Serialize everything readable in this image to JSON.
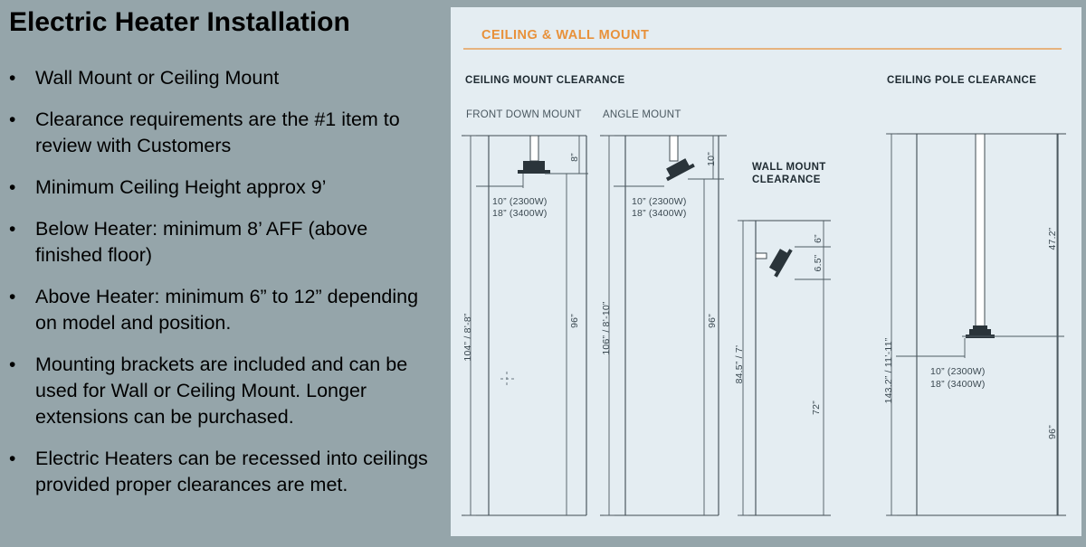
{
  "slide": {
    "title": "Electric Heater Installation",
    "bullets": [
      "Wall Mount or Ceiling Mount",
      "Clearance requirements are the #1 item to review with Customers",
      "Minimum Ceiling Height approx 9’",
      "Below Heater: minimum 8’ AFF (above finished floor)",
      "Above Heater: minimum 6” to 12” depending on model and position.",
      "Mounting brackets are included and can be used for Wall or Ceiling Mount. Longer extensions can be purchased.",
      "Electric Heaters can be recessed into ceilings provided proper clearances are met."
    ],
    "bullet_symbol": "•"
  },
  "diagram": {
    "header": "CEILING & WALL MOUNT",
    "accent_color": "#e8913a",
    "ceiling_mount": {
      "title": "CEILING MOUNT CLEARANCE",
      "front_down": {
        "label": "FRONT DOWN MOUNT",
        "total": "104” / 8’-8”",
        "below": "96”",
        "above": "8”",
        "side_1": "10” (2300W)",
        "side_2": "18” (3400W)"
      },
      "angle": {
        "label": "ANGLE MOUNT",
        "total": "106” / 8’-10”",
        "below": "96”",
        "above": "10”",
        "side_1": "10” (2300W)",
        "side_2": "18” (3400W)"
      }
    },
    "wall_mount": {
      "title_1": "WALL MOUNT",
      "title_2": "CLEARANCE",
      "total": "84.5” / 7’",
      "top": "6”",
      "heater": "6.5”",
      "below": "72”"
    },
    "pole": {
      "title": "CEILING POLE CLEARANCE",
      "total": "143.2” / 11’-11”",
      "above": "47.2”",
      "below": "96”",
      "side_1": "10” (2300W)",
      "side_2": "18” (3400W)"
    }
  }
}
